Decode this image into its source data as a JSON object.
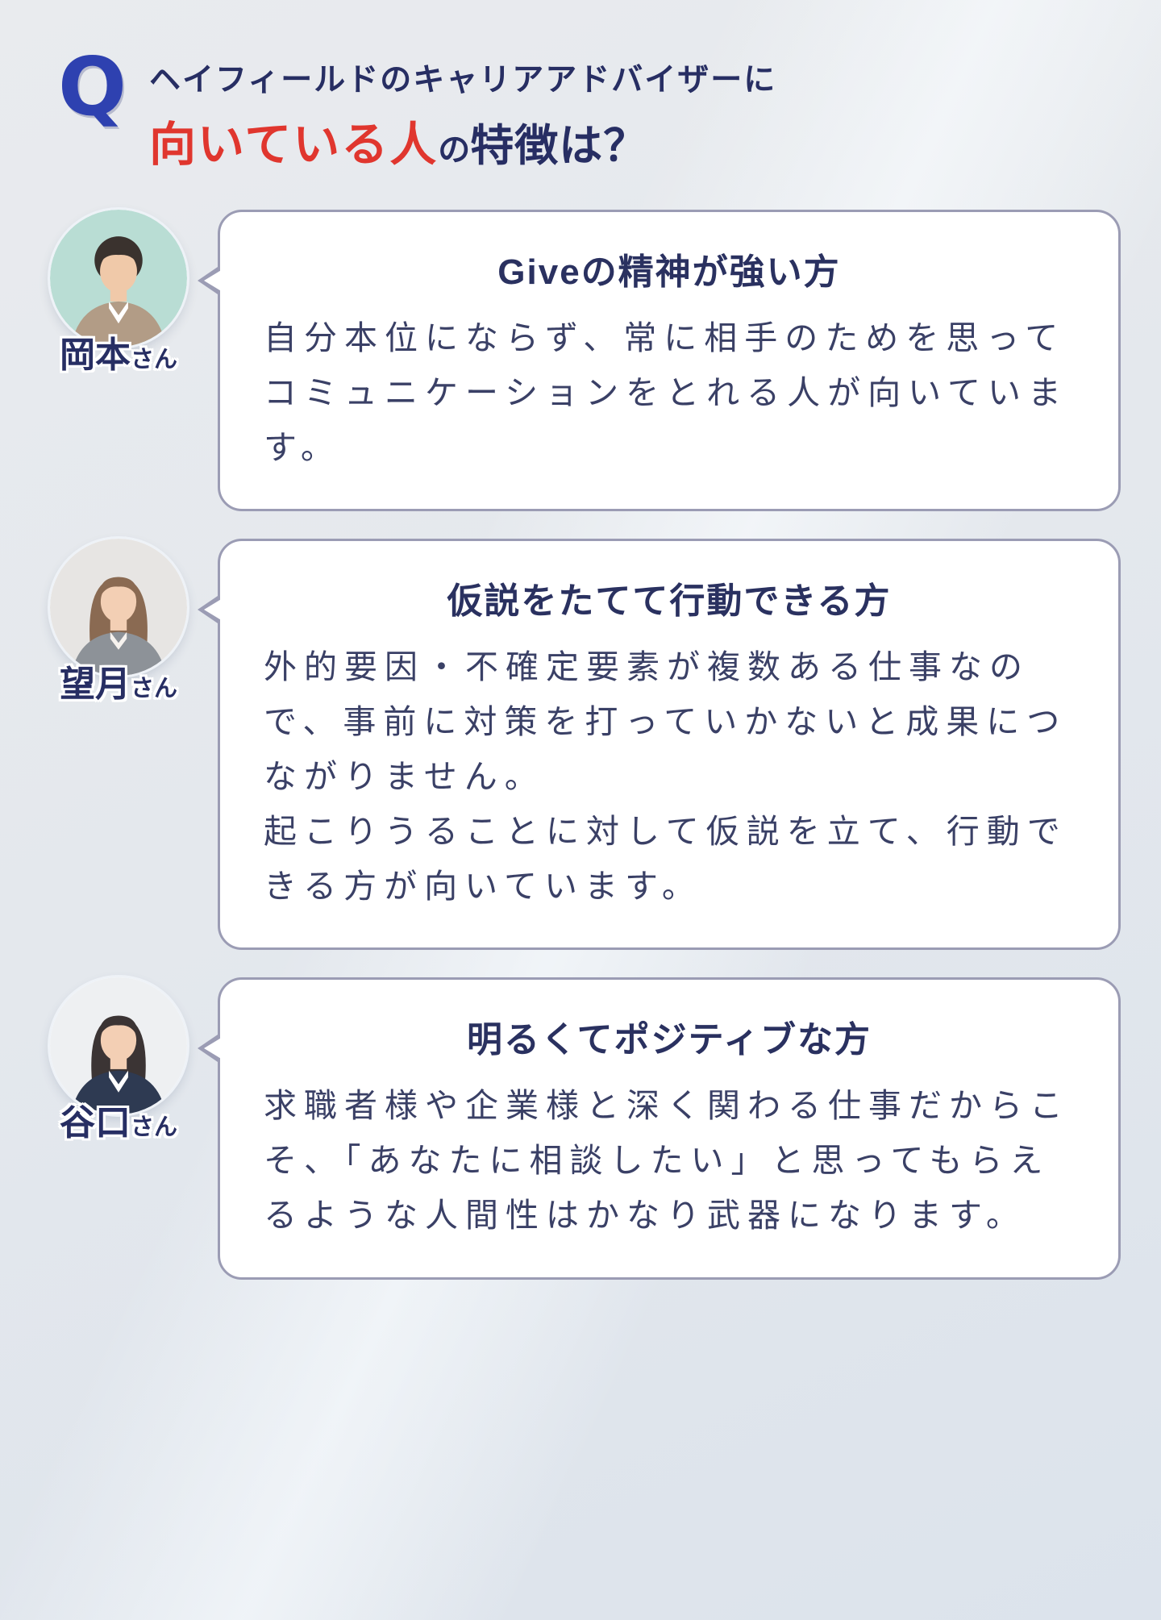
{
  "header": {
    "q_label": "Q",
    "title_line1": "ヘイフィールドのキャリアアドバイザーに",
    "title_highlight": "向いている人",
    "title_particle": "の",
    "title_rest": "特徴は？"
  },
  "colors": {
    "navy": "#272e63",
    "highlight_red": "#e0362e",
    "q_blue": "#2e41b0",
    "bubble_border": "#9b9cb4",
    "bubble_bg": "#ffffff"
  },
  "sections": [
    {
      "name": "岡本",
      "honorific": "さん",
      "title": "Giveの精神が強い方",
      "body": [
        "自分本位にならず、常に相手のためを思ってコミュニケーションをとれる人が向いています。"
      ],
      "avatar": {
        "bg": "#b9ddd4",
        "hair": "#3a322e",
        "skin": "#f0c9a9",
        "jacket": "#b29c86"
      }
    },
    {
      "name": "望月",
      "honorific": "さん",
      "title": "仮説をたてて行動できる方",
      "body": [
        "外的要因・不確定要素が複数ある仕事なので、事前に対策を打っていかないと成果につながりません。",
        "起こりうることに対して仮説を立て、行動できる方が向いています。"
      ],
      "avatar": {
        "bg": "#e7e5e3",
        "hair": "#8a6a52",
        "skin": "#f3cfb4",
        "jacket": "#8d9298"
      }
    },
    {
      "name": "谷口",
      "honorific": "さん",
      "title": "明るくてポジティブな方",
      "body": [
        "求職者様や企業様と深く関わる仕事だからこそ、「あなたに相談したい」と思ってもらえるような人間性はかなり武器になります。"
      ],
      "avatar": {
        "bg": "#eef0f2",
        "hair": "#3b3434",
        "skin": "#f3cfb4",
        "jacket": "#2e3a52"
      }
    }
  ]
}
